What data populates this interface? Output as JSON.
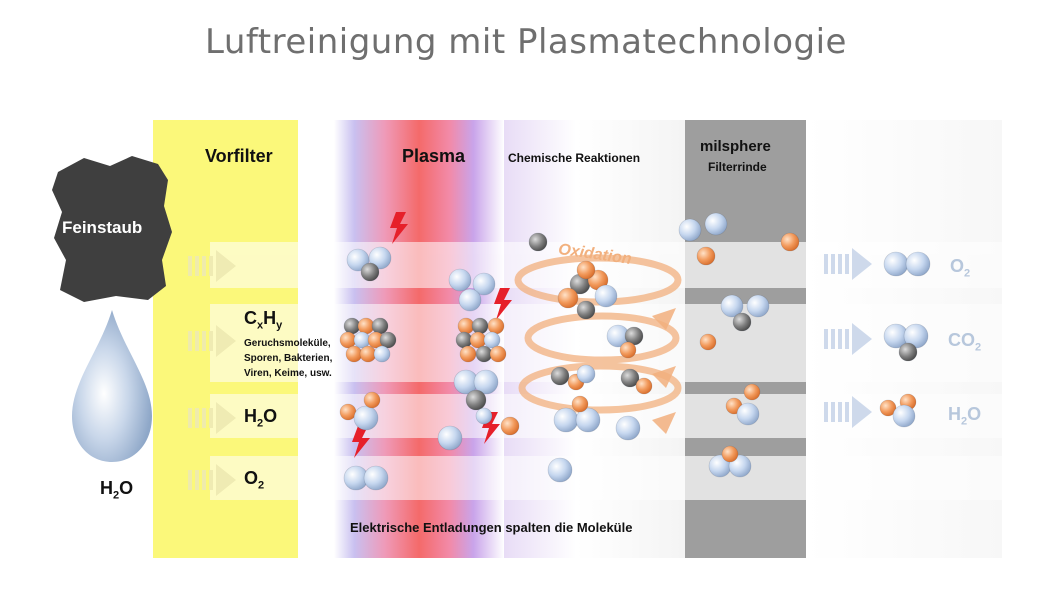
{
  "page_title": "Luftreinigung mit Plasmatechnologie",
  "stages": {
    "vorfilter": "Vorfilter",
    "plasma": "Plasma",
    "reactions": "Chemische Reaktionen",
    "milsphere": "milsphere",
    "filterrinde": "Filterrinde"
  },
  "sources": {
    "feinstaub": "Feinstaub",
    "water": {
      "base": "H",
      "sub": "2",
      "rest": "O"
    }
  },
  "inputs": {
    "cxhy": {
      "c": "C",
      "x": "x",
      "h": "H",
      "y": "y"
    },
    "cxhy_desc": [
      "Geruchsmoleküle,",
      "Sporen, Bakterien,",
      "Viren, Keime, usw."
    ],
    "h2o": {
      "base": "H",
      "sub": "2",
      "rest": "O"
    },
    "o2": {
      "base": "O",
      "sub": "2"
    }
  },
  "outputs": {
    "o2": {
      "base": "O",
      "sub": "2"
    },
    "co2": {
      "base": "CO",
      "sub": "2"
    },
    "h2o": {
      "base": "H",
      "sub": "2",
      "rest": "O"
    }
  },
  "annotations": {
    "oxidation": "Oxidation",
    "bottom_caption": "Elektrische Entladungen spalten die Moleküle"
  },
  "colors": {
    "vorfilter": "#fbf87a",
    "plasma_core": "#f46a6a",
    "plasma_violet": "#a98ce0",
    "milsphere": "#9e9e9e",
    "spark": "#e6202a",
    "oxygen_atom": "#f29a5c",
    "carbon_atom": "#7d7d7d",
    "blue_atom": "#c7d8ee",
    "dust": "#3f3f3f",
    "drop": "#a9bdd8"
  },
  "icons": [
    "dust-cloud-icon",
    "water-drop-icon",
    "lightning-icon",
    "flow-arrow-icon",
    "molecule-icon"
  ]
}
